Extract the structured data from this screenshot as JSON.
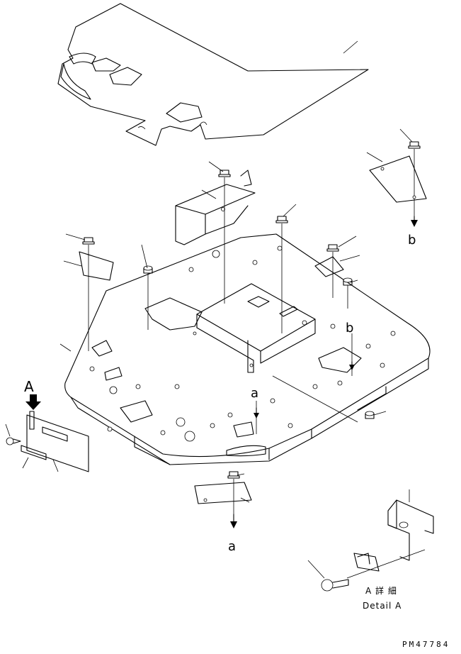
{
  "labels": {
    "view_a": "A",
    "ref_b_top": "b",
    "ref_b_floor": "b",
    "ref_a_floor": "a",
    "ref_a_bottom": "a",
    "detail_jp": "A 詳 細",
    "detail_en": "Detail A",
    "drawing_no": "PM47784"
  }
}
